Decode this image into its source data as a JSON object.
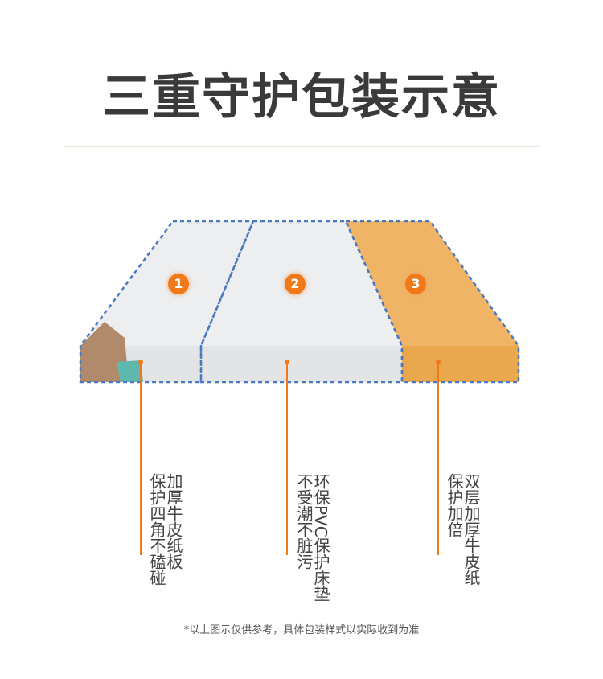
{
  "title": "三重守护包装示意",
  "layers": [
    {
      "number": "1",
      "lines": [
        "加厚牛皮纸板",
        "保护四角不磕碰"
      ]
    },
    {
      "number": "2",
      "lines": [
        "环保PVC保护床垫",
        "不受潮不脏污"
      ]
    },
    {
      "number": "3",
      "lines": [
        "双层加厚牛皮纸",
        "保护加倍"
      ]
    }
  ],
  "footnote": "*以上图示仅供参考，具体包装样式以实际收到为准",
  "colors": {
    "accent": "#f07a1a",
    "kraft": "#f0b060",
    "dash": "#4a78c0"
  }
}
